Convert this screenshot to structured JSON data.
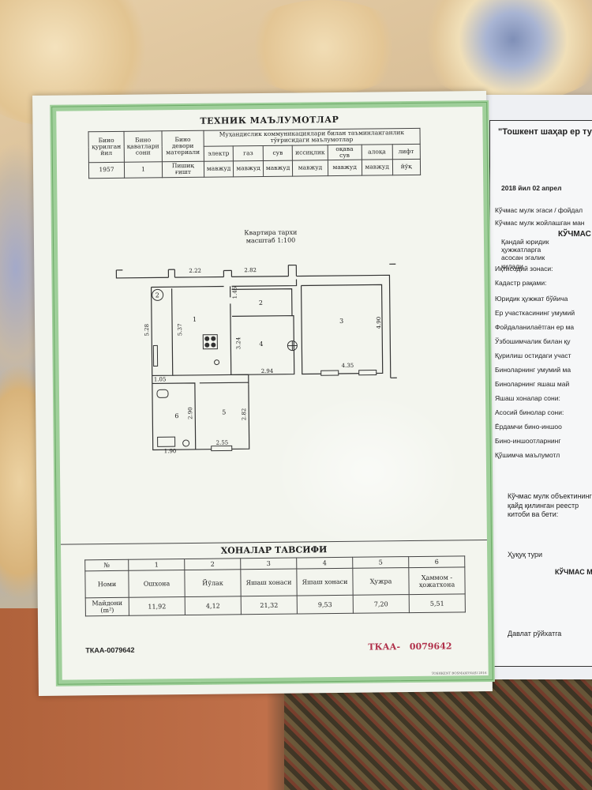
{
  "tech_section": {
    "title": "ТЕХНИК МАЪЛУМОТЛАР",
    "col_year": "Бино қурилган йил",
    "col_floors": "Бино қаватлари сони",
    "col_wall": "Бино девори материали",
    "col_utilities": "Муҳандислик коммуникациялари билан таъминланганлик тўғрисидаги маълумотлар",
    "utilities": [
      "электр",
      "газ",
      "сув",
      "иссиқлик",
      "оқава сув",
      "алоқа",
      "лифт"
    ],
    "year": "1957",
    "floors": "1",
    "wall": "Пишиқ ғишт",
    "utility_values": [
      "мавжуд",
      "мавжуд",
      "мавжуд",
      "мавжуд",
      "мавжуд",
      "мавжуд",
      "йўқ"
    ]
  },
  "plan": {
    "title": "Квартира тархи",
    "scale": "масштаб 1:100",
    "dims": {
      "d_222": "2.22",
      "d_282a": "2.82",
      "d_146": "1.46",
      "d_528": "5.28",
      "d_537": "5.37",
      "d_324": "3.24",
      "d_294": "2.94",
      "d_490": "4.90",
      "d_435": "4.35",
      "d_105": "1.05",
      "d_290": "2.90",
      "d_282b": "2.82",
      "d_255": "2.55",
      "d_190": "1.90"
    },
    "room_labels": [
      "1",
      "2",
      "3",
      "4",
      "5",
      "6",
      "2"
    ]
  },
  "rooms_section": {
    "title": "ХОНАЛАР ТАВСИФИ",
    "no_label": "№",
    "name_label": "Номи",
    "area_label": "Майдони (m²)",
    "rooms": [
      {
        "no": "1",
        "name": "Ошхона",
        "area": "11,92"
      },
      {
        "no": "2",
        "name": "Йўлак",
        "area": "4,12"
      },
      {
        "no": "3",
        "name": "Яшаш хонаси",
        "area": "21,32"
      },
      {
        "no": "4",
        "name": "Яшаш хонаси",
        "area": "9,53"
      },
      {
        "no": "5",
        "name": "Ҳужра",
        "area": "7,20"
      },
      {
        "no": "6",
        "name": "Ҳаммом - ҳожатхона",
        "area": "5,51"
      }
    ]
  },
  "serial_left": "ТКАА-0079642",
  "serial_right_prefix": "ТКАА-",
  "serial_right_number": "0079642",
  "printer_text": "TOSHKENT BOSMAXONASI 2016",
  "right_doc": {
    "title": "\"Тошкент шаҳар ер туз",
    "date": "2018 йил 02 апрел",
    "heading": "КЎЧМАС",
    "lines": [
      "Кўчмас мулк эгаси / фойдал",
      "Кўчмас мулк жойлашган ман",
      "Қандай юридик ҳужжатларга асосан эгалик қилади",
      "Иқтисодий зонаси:",
      "Кадастр рақами:",
      "Юридик ҳужжат бўйича",
      "Ер участкасининг умумий",
      "Фойдаланилаётган ер ма",
      "Ўзбошимчалик билан қу",
      "Қурилиш остидаги участ",
      "Биноларнинг умумий ма",
      "Биноларнинг яшаш май",
      "Яшаш хоналар сони:",
      "Асосий бинолар сони:",
      "Ёрдамчи бино-иншоо",
      "Бино-иншоотларнинг",
      "Қўшимча маълумотл"
    ],
    "bottom_lines": [
      "Кўчмас мулк объектининг қайд қилинган реестр китоби ва бети:",
      "Ҳуқуқ тури",
      "КЎЧМАС М",
      "Давлат рўйхатга"
    ]
  }
}
